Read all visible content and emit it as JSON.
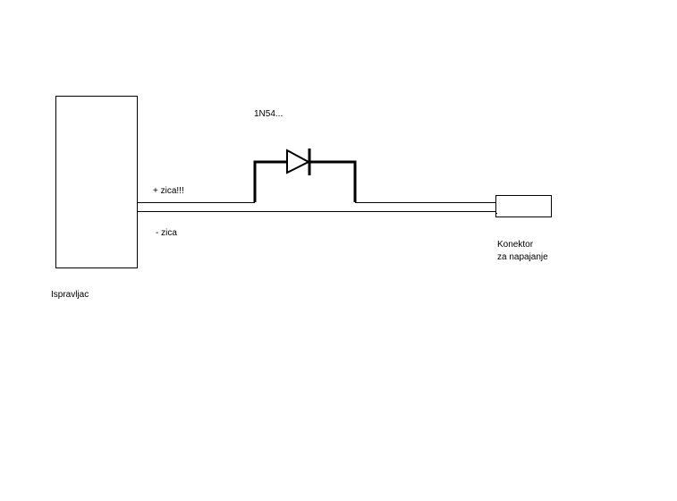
{
  "diagram": {
    "components": {
      "rectifier": "Ispravljac",
      "diode": "1N54...",
      "connector_line1": "Konektor",
      "connector_line2": "za napajanje"
    },
    "wires": {
      "positive": "+ zica!!!",
      "negative": "- zica"
    },
    "colors": {
      "line": "#000000",
      "background": "#ffffff"
    }
  }
}
